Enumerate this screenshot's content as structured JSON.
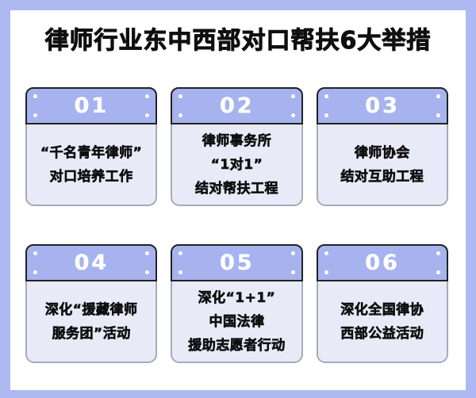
{
  "page": {
    "title": "律师行业东中西部对口帮扶6大举措",
    "colors": {
      "frame": "#aeb9f2",
      "canvas": "#ffffff",
      "card_header": "#a7b3ef",
      "card_body": "#e8eaf8",
      "header_border": "#222222",
      "body_border": "#a7aab8",
      "number": "#ffffff",
      "text": "#0f0f0f"
    }
  },
  "cards": [
    {
      "number": "01",
      "lines": [
        "“千名青年律师”",
        "对口培养工作"
      ]
    },
    {
      "number": "02",
      "lines": [
        "律师事务所",
        "“1对1”",
        "结对帮扶工程"
      ]
    },
    {
      "number": "03",
      "lines": [
        "律师协会",
        "结对互助工程"
      ]
    },
    {
      "number": "04",
      "lines": [
        "深化“援藏律师",
        "服务团”活动"
      ]
    },
    {
      "number": "05",
      "lines": [
        "深化“1+1”",
        "中国法律",
        "援助志愿者行动"
      ]
    },
    {
      "number": "06",
      "lines": [
        "深化全国律协",
        "西部公益活动"
      ]
    }
  ]
}
